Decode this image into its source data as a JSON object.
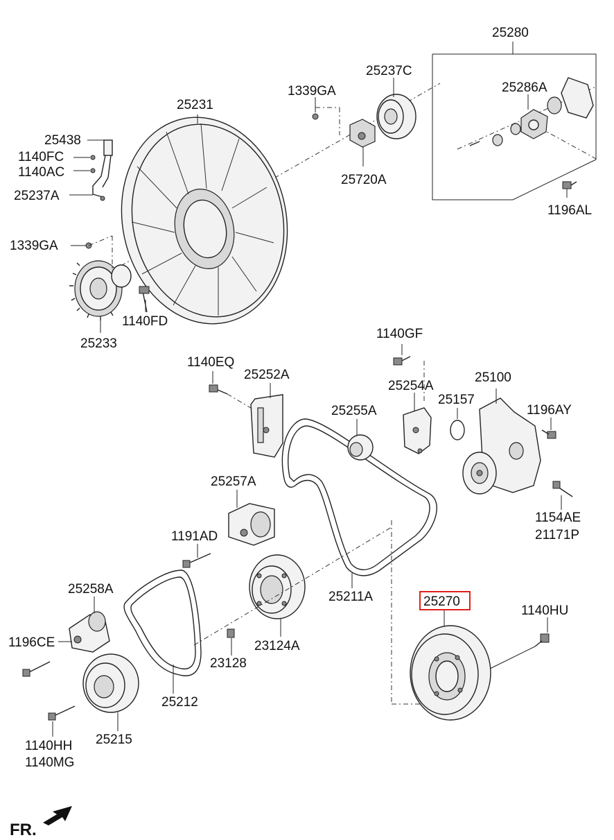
{
  "diagram": {
    "labels": {
      "p25280": "25280",
      "p25237c": "25237C",
      "p1339ga_top": "1339GA",
      "p25231": "25231",
      "p25286a": "25286A",
      "p25438": "25438",
      "p1140fc": "1140FC",
      "p1140ac": "1140AC",
      "p25720a": "25720A",
      "p25237a": "25237A",
      "p1196al": "1196AL",
      "p1339ga_left": "1339GA",
      "p1140fd": "1140FD",
      "p25233": "25233",
      "p1140gf": "1140GF",
      "p1140eq": "1140EQ",
      "p25252a": "25252A",
      "p25254a": "25254A",
      "p25100": "25100",
      "p25157": "25157",
      "p25255a": "25255A",
      "p1196ay": "1196AY",
      "p25257a": "25257A",
      "p1154ae": "1154AE",
      "p21171p": "21171P",
      "p1191ad": "1191AD",
      "p25258a": "25258A",
      "p25211a": "25211A",
      "p25270": "25270",
      "p1140hu": "1140HU",
      "p1196ce": "1196CE",
      "p23128": "23128",
      "p23124a": "23124A",
      "p25212": "25212",
      "p25215": "25215",
      "p1140hh": "1140HH",
      "p1140mg": "1140MG",
      "fr": "FR."
    },
    "highlighted_part": "25270",
    "highlight_color": "#e0201b"
  }
}
